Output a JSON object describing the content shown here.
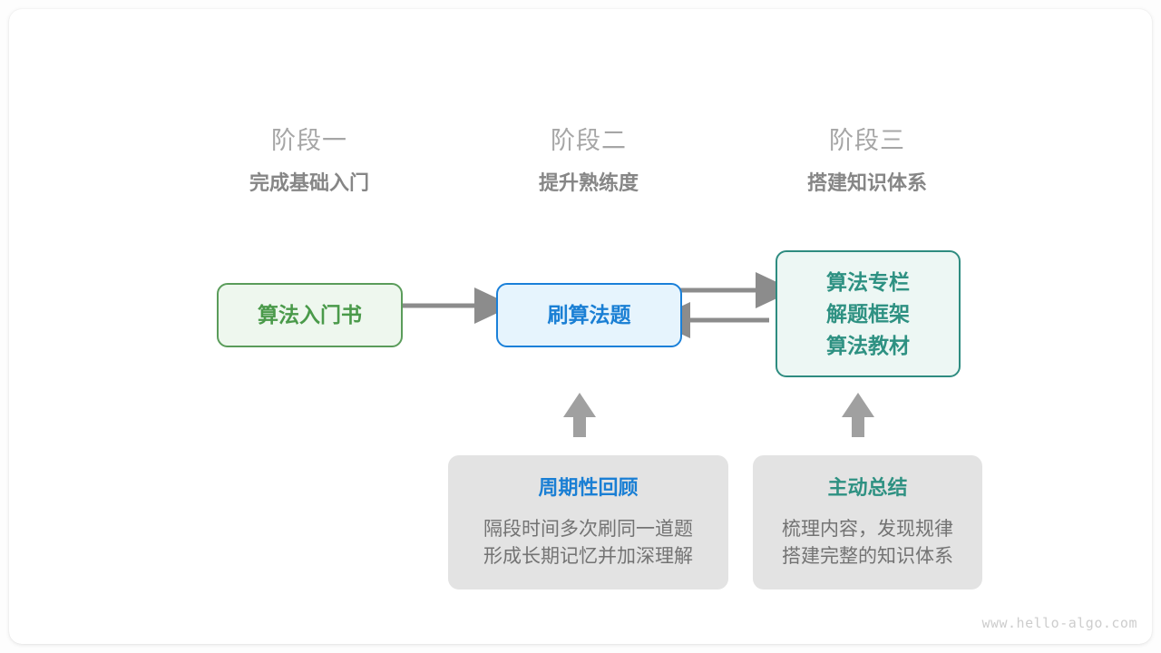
{
  "diagram": {
    "watermark": "www.hello-algo.com",
    "colors": {
      "green": "#4a9a4a",
      "green_border": "#5a9c5a",
      "green_fill": "#eef7ee",
      "blue": "#1a7fd4",
      "blue_border": "#1a80d9",
      "blue_fill": "#e6f4fd",
      "teal": "#2e9182",
      "teal_border": "#2e8c80",
      "teal_fill": "#edf7f4",
      "grey_card": "#e3e3e3",
      "arrow_grey": "#8c8c8c",
      "label_grey": "#a6a6a6",
      "title_grey": "#868686"
    },
    "stages": [
      {
        "index_label": "阶段一",
        "title": "完成基础入门"
      },
      {
        "index_label": "阶段二",
        "title": "提升熟练度"
      },
      {
        "index_label": "阶段三",
        "title": "搭建知识体系"
      }
    ],
    "nodes": [
      {
        "id": "book",
        "lines": [
          "算法入门书"
        ]
      },
      {
        "id": "practice",
        "lines": [
          "刷算法题"
        ]
      },
      {
        "id": "resources",
        "lines": [
          "算法专栏",
          "解题框架",
          "算法教材"
        ]
      }
    ],
    "cards": [
      {
        "id": "review",
        "title": "周期性回顾",
        "body": [
          "隔段时间多次刷同一道题",
          "形成长期记忆并加深理解"
        ]
      },
      {
        "id": "summary",
        "title": "主动总结",
        "body": [
          "梳理内容，发现规律",
          "搭建完整的知识体系"
        ]
      }
    ],
    "edges": [
      {
        "id": "book-to-practice",
        "direction": "right"
      },
      {
        "id": "practice-to-resources",
        "direction": "right"
      },
      {
        "id": "resources-to-practice",
        "direction": "left"
      },
      {
        "id": "review-to-practice",
        "direction": "up"
      },
      {
        "id": "summary-to-resources",
        "direction": "up"
      }
    ]
  }
}
